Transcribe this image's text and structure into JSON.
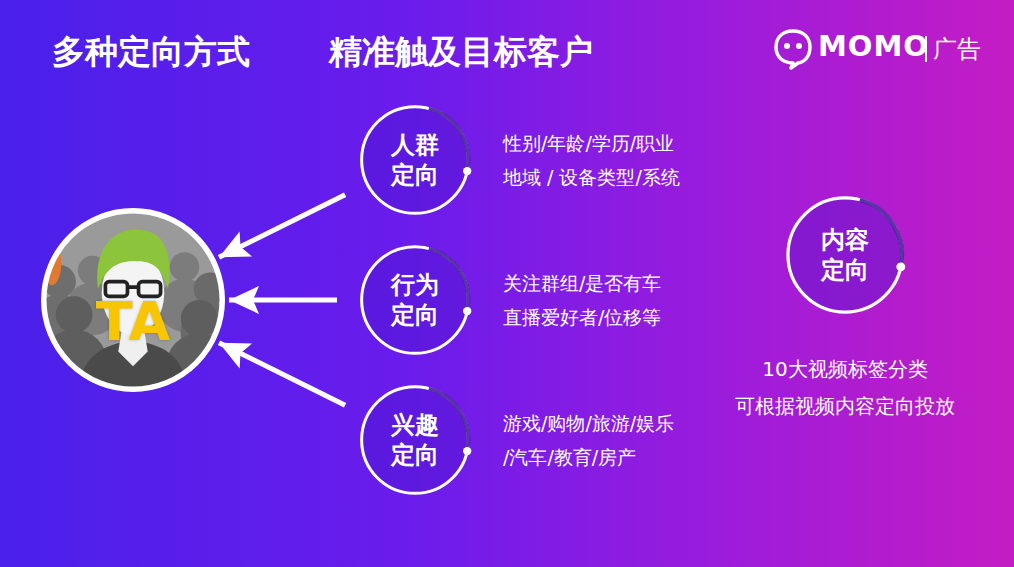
{
  "diagram": {
    "title": "多种定向方式 精准触及目标客户",
    "nodes": [
      {
        "text": [
          "TA"
        ]
      },
      {
        "text": [
          "人群 定向",
          "性别/年龄/学历/职业 地域 / 设备类型/系统"
        ]
      },
      {
        "text": [
          "行为 定向",
          "关注群组/是否有车 直播爱好者/位移等"
        ]
      },
      {
        "text": [
          "兴趣 定向",
          "游戏/购物/旅游/娱乐 /汽车/教育/房产"
        ]
      },
      {
        "text": [
          "内容 定向",
          "10大视频标签分类 可根据视频内容定向投放"
        ]
      }
    ],
    "edges": [
      {
        "from": 1,
        "to": 0,
        "arrow": "to"
      },
      {
        "from": 2,
        "to": 0,
        "arrow": "to"
      },
      {
        "from": 3,
        "to": 0,
        "arrow": "to"
      }
    ],
    "labels": [
      "MOMO",
      "广告"
    ]
  }
}
